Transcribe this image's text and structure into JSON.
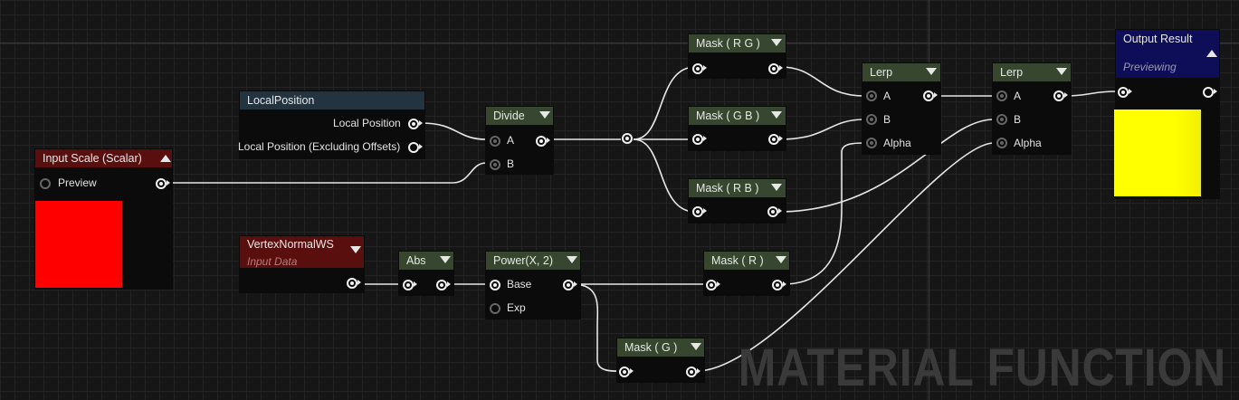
{
  "nodes": {
    "input_scale": {
      "title": "Input Scale (Scalar)",
      "pin_preview": "Preview",
      "swatch_color": "#ff0000"
    },
    "local_position": {
      "title": "LocalPosition",
      "out_local_position": "Local Position",
      "out_local_position_excl": "Local Position (Excluding Offsets)"
    },
    "divide": {
      "title": "Divide",
      "in_a": "A",
      "in_b": "B"
    },
    "mask_rg": {
      "title": "Mask ( R G )"
    },
    "mask_gb": {
      "title": "Mask ( G B )"
    },
    "mask_rb": {
      "title": "Mask ( R B )"
    },
    "lerp1": {
      "title": "Lerp",
      "in_a": "A",
      "in_b": "B",
      "in_alpha": "Alpha"
    },
    "lerp2": {
      "title": "Lerp",
      "in_a": "A",
      "in_b": "B",
      "in_alpha": "Alpha"
    },
    "output_result": {
      "title": "Output Result",
      "subtitle": "Previewing",
      "swatch_color": "#ffff00"
    },
    "vertex_normal": {
      "title": "VertexNormalWS",
      "subtitle": "Input Data"
    },
    "abs": {
      "title": "Abs"
    },
    "power": {
      "title": "Power(X, 2)",
      "in_base": "Base",
      "in_exp": "Exp"
    },
    "mask_r": {
      "title": "Mask ( R )"
    },
    "mask_g": {
      "title": "Mask ( G )"
    }
  },
  "watermark": "MATERIAL FUNCTION",
  "colors": {
    "background": "#161616",
    "wire": "#e6e6e6",
    "header_math": "#37472f",
    "header_input": "#5a0f0f",
    "header_expression": "#233340",
    "header_output": "#0e0e58"
  }
}
